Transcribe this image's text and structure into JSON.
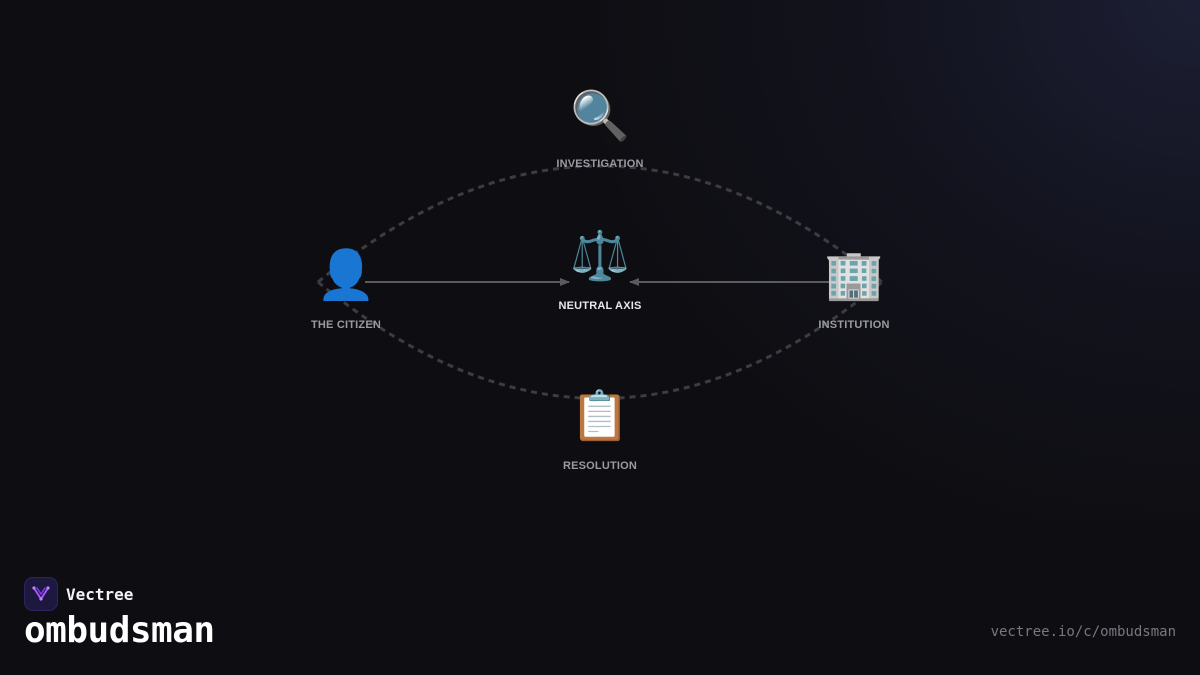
{
  "diagram": {
    "nodes": {
      "top": {
        "label": "INVESTIGATION",
        "icon": "magnifying-glass-icon",
        "glyph": "🔍"
      },
      "left": {
        "label": "THE CITIZEN",
        "icon": "person-icon",
        "glyph": "👤"
      },
      "center": {
        "label": "NEUTRAL AXIS",
        "icon": "balance-scale-icon",
        "glyph": "⚖️"
      },
      "right": {
        "label": "INSTITUTION",
        "icon": "office-building-icon",
        "glyph": "🏢"
      },
      "bottom": {
        "label": "RESOLUTION",
        "icon": "clipboard-icon",
        "glyph": "📋"
      }
    },
    "colors": {
      "dashed_loop": "#3c3c42",
      "arrows": "#5a5a60"
    }
  },
  "brand": {
    "name": "Vectree",
    "topic": "ombudsman",
    "url": "vectree.io/c/ombudsman",
    "accent": "#a855f7"
  }
}
